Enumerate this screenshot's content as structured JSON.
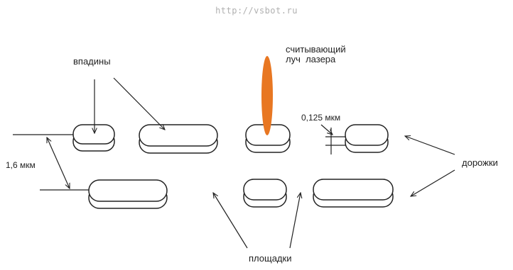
{
  "watermark": "http://vsbot.ru",
  "labels": {
    "pits": "впадины",
    "laser_line1": "считывающий",
    "laser_line2": "луч  лазера",
    "track_depth": "0,125 мкм",
    "track_pitch": "1,6 мкм",
    "tracks": "дорожки",
    "lands": "площадки"
  },
  "colors": {
    "laser": "#E87722",
    "stroke": "#222222",
    "background": "#ffffff"
  }
}
